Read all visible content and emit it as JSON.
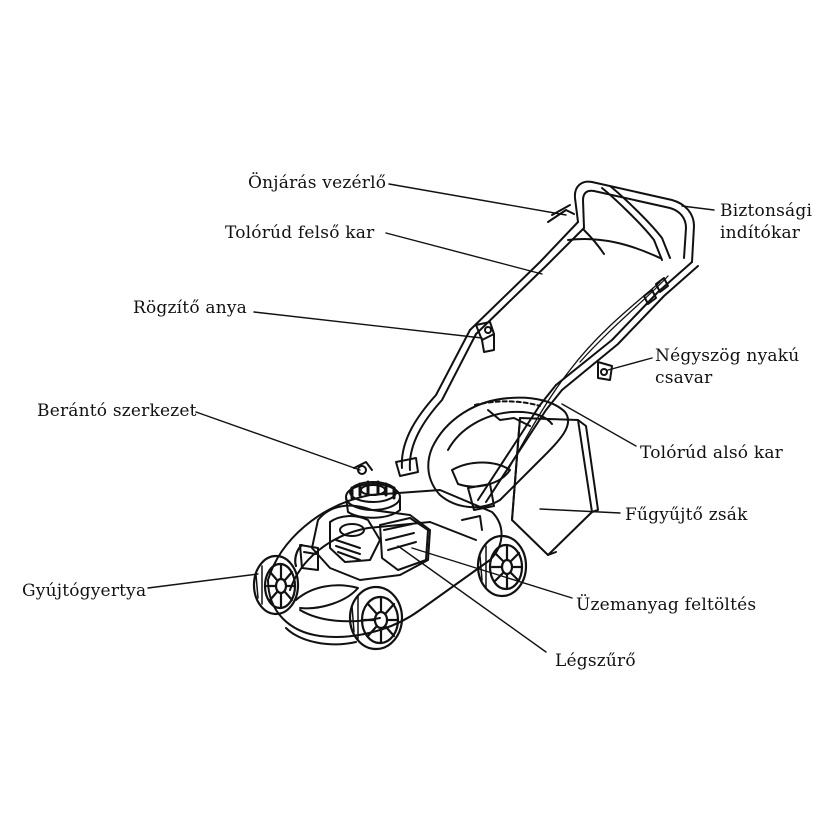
{
  "diagram": {
    "labels": {
      "self_drive_control": "Önjárás vezérlő",
      "upper_handle": "Tolórúd felső kar",
      "locking_nut": "Rögzítő anya",
      "starter": "Berántó szerkezet",
      "spark_plug": "Gyújtógyertya",
      "safety_lever_line1": "Biztonsági",
      "safety_lever_line2": "indítókar",
      "carriage_bolt_line1": "Négyszög nyakú",
      "carriage_bolt_line2": "csavar",
      "lower_handle": "Tolórúd alsó kar",
      "grass_bag": "Fűgyűjtő zsák",
      "fuel_fill": "Üzemanyag feltöltés",
      "air_filter": "Légszűrő"
    },
    "colors": {
      "line": "#111111",
      "background": "#ffffff"
    }
  }
}
